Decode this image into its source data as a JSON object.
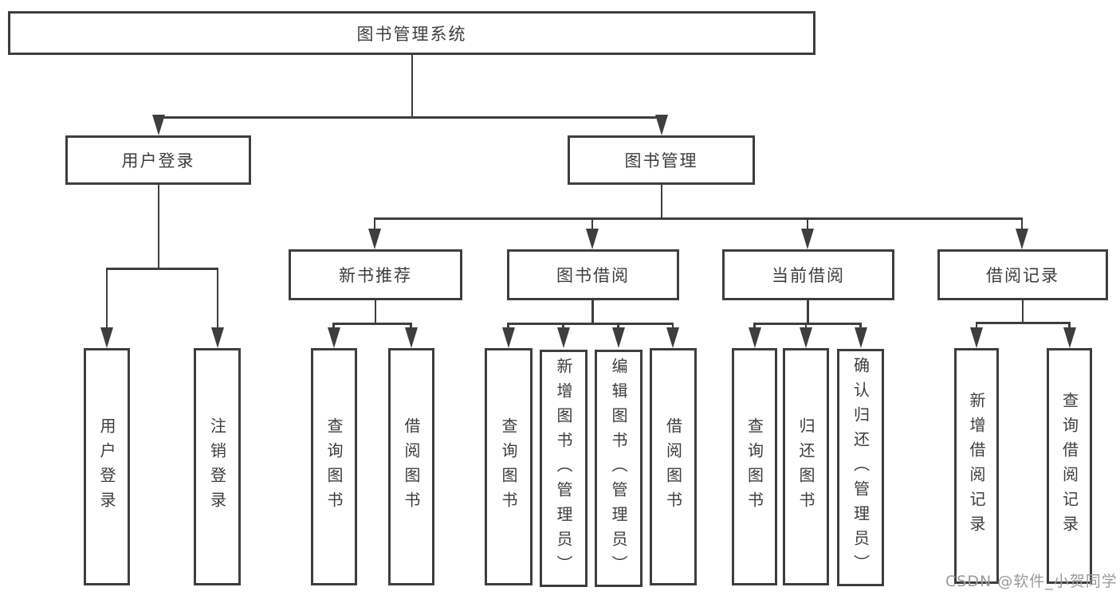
{
  "diagram": {
    "root": {
      "label": "图书管理系统"
    },
    "branches": [
      {
        "label": "用户登录",
        "children": [
          {
            "label": "用户登录"
          },
          {
            "label": "注销登录"
          }
        ]
      },
      {
        "label": "图书管理",
        "children": [
          {
            "label": "新书推荐",
            "children": [
              {
                "label": "查询图书"
              },
              {
                "label": "借阅图书"
              }
            ]
          },
          {
            "label": "图书借阅",
            "children": [
              {
                "label": "查询图书"
              },
              {
                "label": "新增图书（管理员）"
              },
              {
                "label": "编辑图书（管理员）"
              },
              {
                "label": "借阅图书"
              }
            ]
          },
          {
            "label": "当前借阅",
            "children": [
              {
                "label": "查询图书"
              },
              {
                "label": "归还图书"
              },
              {
                "label": "确认归还（管理员）"
              }
            ]
          },
          {
            "label": "借阅记录",
            "children": [
              {
                "label": "新增借阅记录"
              },
              {
                "label": "查询借阅记录"
              }
            ]
          }
        ]
      }
    ]
  },
  "watermark": {
    "text": "CSDN @软件_小贺同学"
  },
  "colors": {
    "line": "#3e3e3e",
    "text": "#3d3d3d",
    "watermark": "#9a9a9a",
    "background": "#ffffff"
  }
}
